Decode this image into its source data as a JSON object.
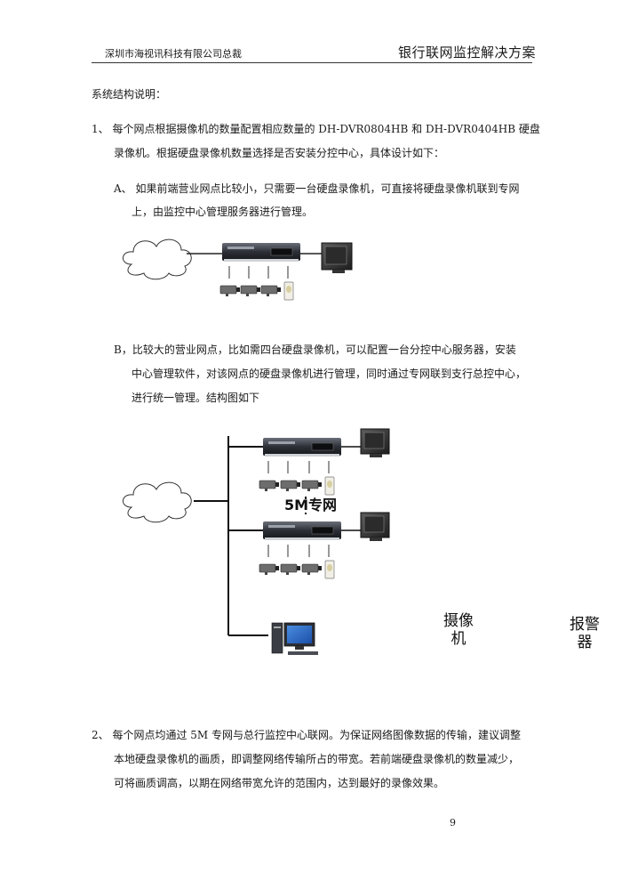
{
  "header": {
    "company": "深圳市海视讯科技有限公司总裁",
    "doc_title": "银行联网监控解决方案"
  },
  "body": {
    "section_title": "系统结构说明：",
    "item1": {
      "line1": "1、 每个网点根据摄像机的数量配置相应数量的 DH-DVR0804HB 和 DH-DVR0404HB 硬盘",
      "line2": "录像机。根据硬盘录像机数量选择是否安装分控中心，具体设计如下："
    },
    "itemA": {
      "line1": "A、  如果前端营业网点比较小，只需要一台硬盘录像机，可直接将硬盘录像机联到专网",
      "line2": "上，由监控中心管理服务器进行管理。"
    },
    "itemB": {
      "line1": "B，比较大的营业网点，比如需四台硬盘录像机，可以配置一台分控中心服务器，安装",
      "line2": "中心管理软件，对该网点的硬盘录像机进行管理，同时通过专网联到支行总控中心，",
      "line3": "进行统一管理。结构图如下"
    },
    "item2": {
      "line1": "2、 每个网点均通过 5M 专网与总行监控中心联网。为保证网络图像数据的传输，建议调整",
      "line2": "本地硬盘录像机的画质，即调整网络传输所占的带宽。若前端硬盘录像机的数量减少，",
      "line3": "可将画质调高，以期在网络带宽允许的范围内，达到最好的录像效果。"
    }
  },
  "diagram": {
    "network_label": "5M专网",
    "camera_label_line1": "摄像",
    "camera_label_line2": "机",
    "alarm_label_line1": "报警",
    "alarm_label_line2": "器"
  },
  "footer": {
    "page_number": "9"
  }
}
